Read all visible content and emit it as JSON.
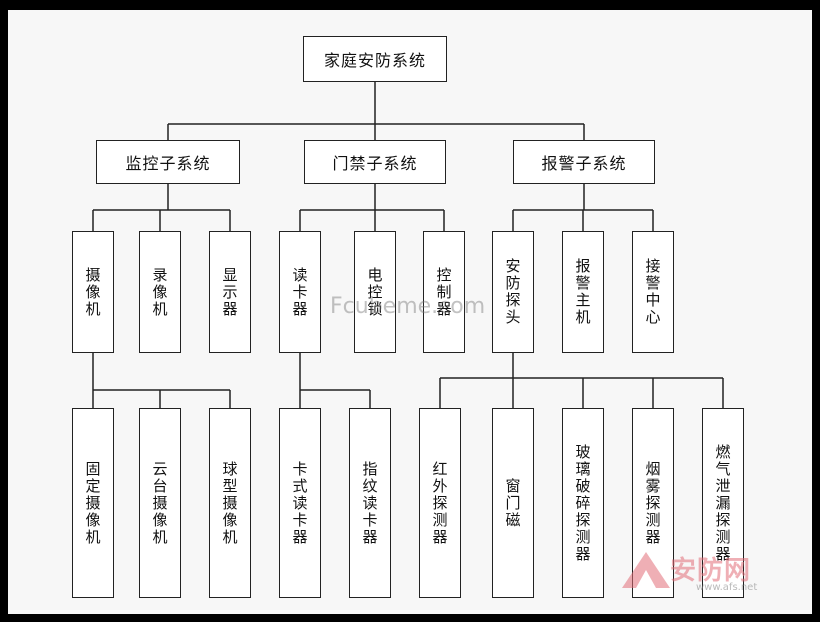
{
  "root": "家庭安防系统",
  "subsystems": {
    "monitor": "监控子系统",
    "access": "门禁子系统",
    "alarm": "报警子系统"
  },
  "monitor_items": {
    "camera": "摄像机",
    "recorder": "录像机",
    "display": "显示器"
  },
  "access_items": {
    "reader": "读卡器",
    "lock": "电控锁",
    "controller": "控制器"
  },
  "alarm_items": {
    "detector": "安防探头",
    "host": "报警主机",
    "center": "接警中心"
  },
  "camera_types": {
    "fixed": "固定摄像机",
    "pantilt": "云台摄像机",
    "dome": "球型摄像机"
  },
  "reader_types": {
    "card": "卡式读卡器",
    "fingerprint": "指纹读卡器"
  },
  "detector_types": {
    "infrared": "红外探测器",
    "window": "窗门磁",
    "glass": "玻璃破碎探测器",
    "smoke": "烟雾探测器",
    "gas": "燃气泄漏探测器"
  },
  "watermark": "Fcubeme.com",
  "logo": {
    "text": "安防网",
    "sub": "www.afs.net"
  }
}
